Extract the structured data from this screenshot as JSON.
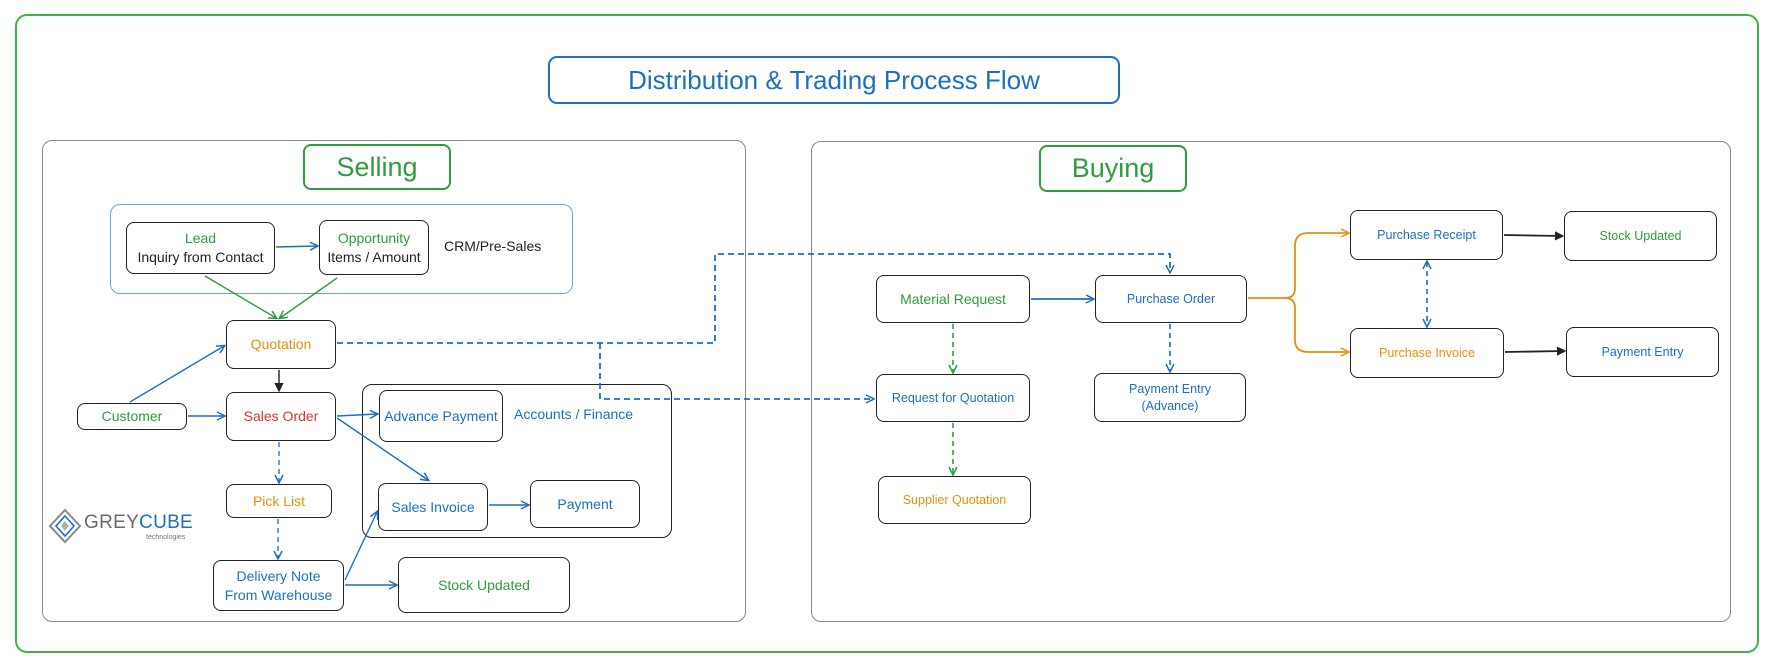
{
  "title": "Distribution & Trading Process Flow",
  "colors": {
    "frame": "#3bb54a",
    "green": "#2e9d3f",
    "blue": "#1e6fc2",
    "orange": "#e8900d",
    "red": "#e03131",
    "black": "#222222"
  },
  "selling": {
    "heading": "Selling",
    "crm_label": "CRM/Pre-Sales",
    "accounts_label": "Accounts / Finance",
    "lead": {
      "title": "Lead",
      "subtitle": "Inquiry from Contact"
    },
    "opportunity": {
      "title": "Opportunity",
      "subtitle": "Items / Amount"
    },
    "quotation": "Quotation",
    "customer": "Customer",
    "sales_order": "Sales Order",
    "pick_list": "Pick List",
    "delivery_note": {
      "line1": "Delivery Note",
      "line2": "From Warehouse"
    },
    "advance_payment": "Advance Payment",
    "sales_invoice": "Sales Invoice",
    "payment": "Payment",
    "stock_updated": "Stock Updated"
  },
  "buying": {
    "heading": "Buying",
    "material_request": "Material Request",
    "purchase_order": "Purchase Order",
    "request_for_quotation": "Request for Quotation",
    "supplier_quotation": "Supplier Quotation",
    "payment_entry_advance": {
      "line1": "Payment Entry",
      "line2": "(Advance)"
    },
    "purchase_receipt": "Purchase Receipt",
    "purchase_invoice": "Purchase Invoice",
    "stock_updated": "Stock Updated",
    "payment_entry": "Payment Entry"
  },
  "logo": {
    "brand_grey": "GREY",
    "brand_blue": "CUBE",
    "tagline": "technologies",
    "icon": "cube-logo-icon"
  }
}
